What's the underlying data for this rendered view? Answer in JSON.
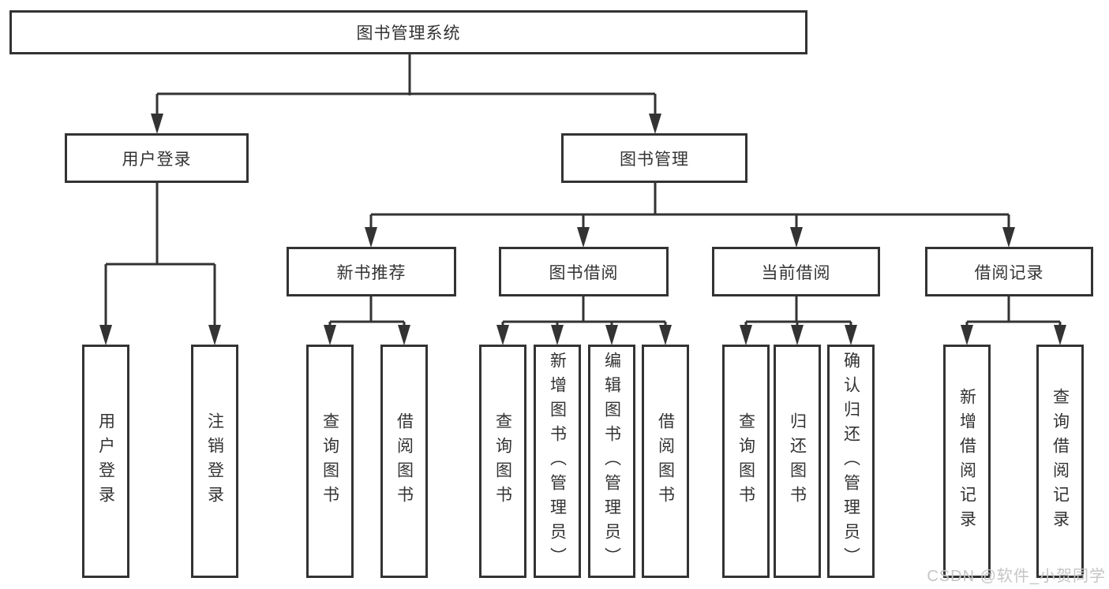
{
  "diagram": {
    "root": {
      "label": "图书管理系统"
    },
    "level2": [
      {
        "label": "用户登录"
      },
      {
        "label": "图书管理"
      }
    ],
    "level3": [
      {
        "label": "新书推荐",
        "parent": "图书管理"
      },
      {
        "label": "图书借阅",
        "parent": "图书管理"
      },
      {
        "label": "当前借阅",
        "parent": "图书管理"
      },
      {
        "label": "借阅记录",
        "parent": "图书管理"
      }
    ],
    "leaves": [
      {
        "label": "用户登录",
        "parent": "用户登录"
      },
      {
        "label": "注销登录",
        "parent": "用户登录"
      },
      {
        "label": "查询图书",
        "parent": "新书推荐"
      },
      {
        "label": "借阅图书",
        "parent": "新书推荐"
      },
      {
        "label": "查询图书",
        "parent": "图书借阅"
      },
      {
        "label": "新增图书（管理员）",
        "parent": "图书借阅"
      },
      {
        "label": "编辑图书（管理员）",
        "parent": "图书借阅"
      },
      {
        "label": "借阅图书",
        "parent": "图书借阅"
      },
      {
        "label": "查询图书",
        "parent": "当前借阅"
      },
      {
        "label": "归还图书",
        "parent": "当前借阅"
      },
      {
        "label": "确认归还（管理员）",
        "parent": "当前借阅"
      },
      {
        "label": "新增借阅记录",
        "parent": "借阅记录"
      },
      {
        "label": "查询借阅记录",
        "parent": "借阅记录"
      }
    ]
  },
  "watermark": {
    "text": "CSDN @软件_小贺同学"
  },
  "colors": {
    "line": "#333333",
    "text": "#333333",
    "box_background": "#ffffff",
    "watermark": "#c5c5c5"
  }
}
